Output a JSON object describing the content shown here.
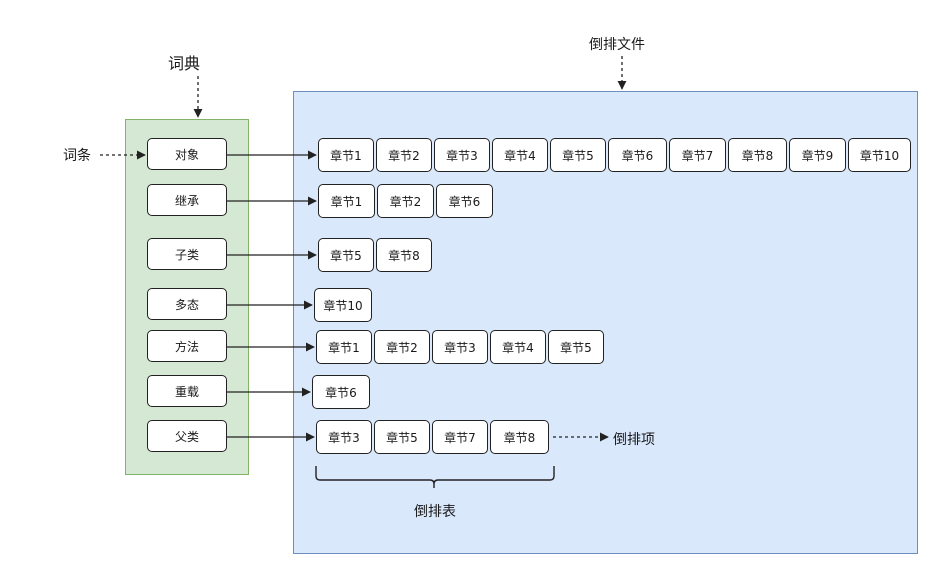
{
  "labels": {
    "dictionary": "词典",
    "inverted_file": "倒排文件",
    "term": "词条",
    "posting_list": "倒排表",
    "posting": "倒排项"
  },
  "rows": [
    {
      "term": "对象",
      "postings": [
        "章节1",
        "章节2",
        "章节3",
        "章节4",
        "章节5",
        "章节6",
        "章节7",
        "章节8",
        "章节9",
        "章节10"
      ]
    },
    {
      "term": "继承",
      "postings": [
        "章节1",
        "章节2",
        "章节6"
      ]
    },
    {
      "term": "子类",
      "postings": [
        "章节5",
        "章节8"
      ]
    },
    {
      "term": "多态",
      "postings": [
        "章节10"
      ]
    },
    {
      "term": "方法",
      "postings": [
        "章节1",
        "章节2",
        "章节3",
        "章节4",
        "章节5"
      ]
    },
    {
      "term": "重载",
      "postings": [
        "章节6"
      ]
    },
    {
      "term": "父类",
      "postings": [
        "章节3",
        "章节5",
        "章节7",
        "章节8"
      ]
    }
  ],
  "colors": {
    "dictionary_fill": "#d5e8d4",
    "dictionary_border": "#82b366",
    "file_fill": "#dae8fc",
    "file_border": "#6c8ebf"
  }
}
